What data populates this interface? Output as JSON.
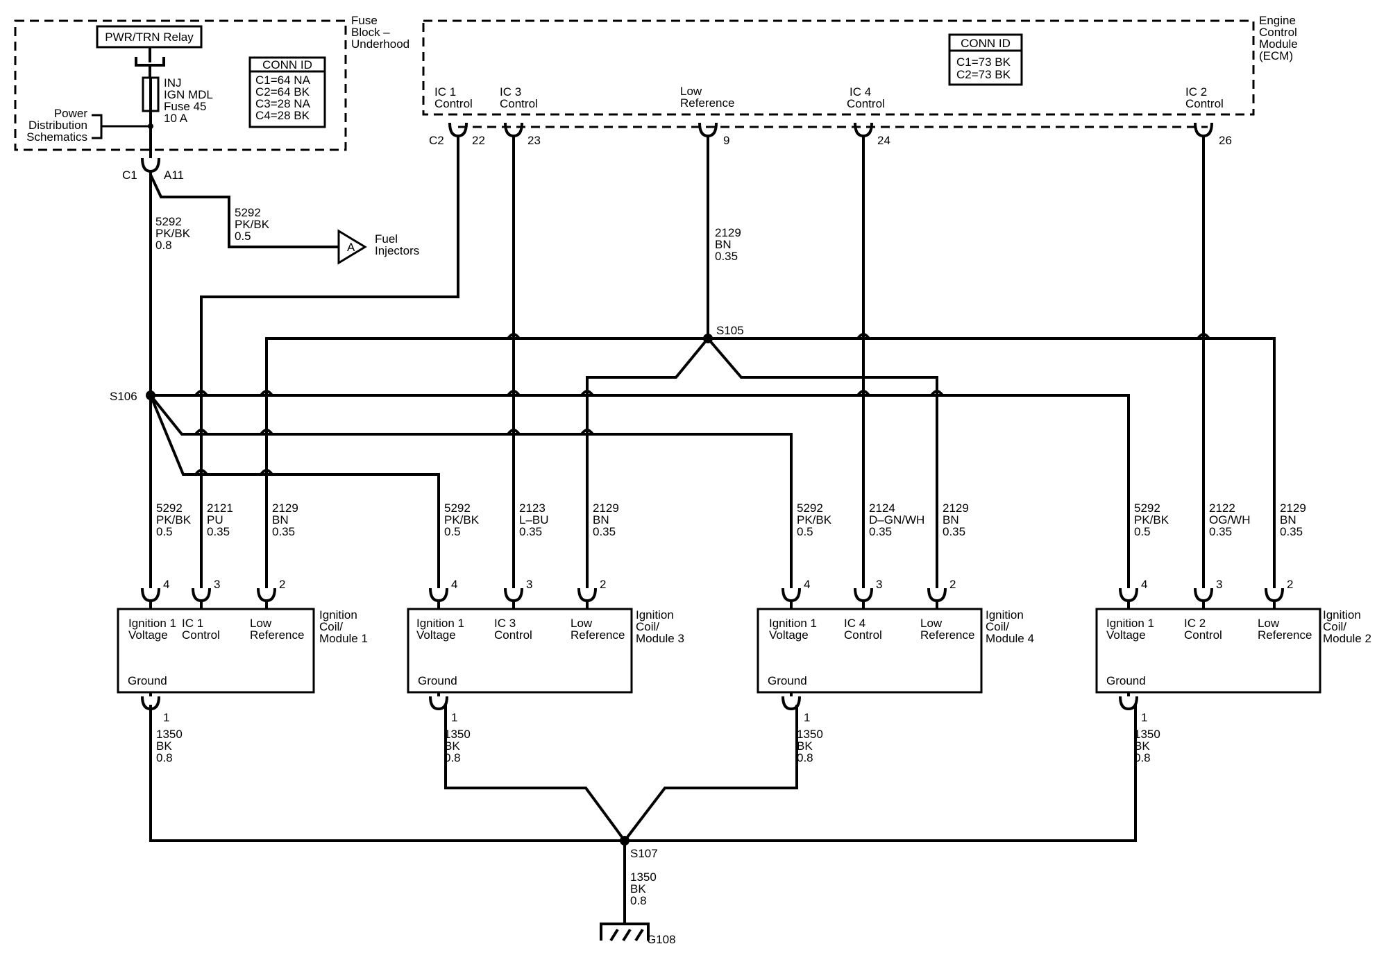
{
  "fuse_block": {
    "title": [
      "Fuse",
      "Block –",
      "Underhood"
    ],
    "relay": "PWR/TRN Relay",
    "fuse": [
      "INJ",
      "IGN MDL",
      "Fuse 45",
      "10 A"
    ],
    "conn_id": {
      "title": "CONN ID",
      "rows": [
        "C1=64 NA",
        "C2=64 BK",
        "C3=28 NA",
        "C4=28 BK"
      ]
    },
    "power_ref": [
      "Power",
      "Distribution",
      "Schematics"
    ],
    "connector": "C1",
    "pin": "A11"
  },
  "ecm": {
    "title": [
      "Engine",
      "Control",
      "Module",
      "(ECM)"
    ],
    "conn_id": {
      "title": "CONN ID",
      "rows": [
        "C1=73 BK",
        "C2=73 BK"
      ]
    },
    "connector": "C2",
    "pins": [
      {
        "label": [
          "IC 1",
          "Control"
        ],
        "pin": "22"
      },
      {
        "label": [
          "IC 3",
          "Control"
        ],
        "pin": "23"
      },
      {
        "label": [
          "Low",
          "Reference"
        ],
        "pin": "9"
      },
      {
        "label": [
          "IC 4",
          "Control"
        ],
        "pin": "24"
      },
      {
        "label": [
          "IC 2",
          "Control"
        ],
        "pin": "26"
      }
    ]
  },
  "fuel_injectors": {
    "marker": "A",
    "label": [
      "Fuel",
      "Injectors"
    ],
    "wire": [
      "5292",
      "PK/BK",
      "0.5"
    ]
  },
  "wires": {
    "feed": [
      "5292",
      "PK/BK",
      "0.8"
    ],
    "low_ref_main": [
      "2129",
      "BN",
      "0.35"
    ],
    "ground_main": [
      "1350",
      "BK",
      "0.8"
    ]
  },
  "splices": {
    "s105": "S105",
    "s106": "S106",
    "s107": "S107"
  },
  "ground": "G108",
  "modules": [
    {
      "title": [
        "Ignition",
        "Coil/",
        "Module 1"
      ],
      "pins": [
        {
          "label": [
            "Ignition 1",
            "Voltage"
          ],
          "pin": "4",
          "wire": [
            "5292",
            "PK/BK",
            "0.5"
          ]
        },
        {
          "label": [
            "IC 1",
            "Control"
          ],
          "pin": "3",
          "wire": [
            "2121",
            "PU",
            "0.35"
          ]
        },
        {
          "label": [
            "Low",
            "Reference"
          ],
          "pin": "2",
          "wire": [
            "2129",
            "BN",
            "0.35"
          ]
        }
      ],
      "ground": {
        "label": "Ground",
        "pin": "1",
        "wire": [
          "1350",
          "BK",
          "0.8"
        ]
      }
    },
    {
      "title": [
        "Ignition",
        "Coil/",
        "Module 3"
      ],
      "pins": [
        {
          "label": [
            "Ignition 1",
            "Voltage"
          ],
          "pin": "4",
          "wire": [
            "5292",
            "PK/BK",
            "0.5"
          ]
        },
        {
          "label": [
            "IC 3",
            "Control"
          ],
          "pin": "3",
          "wire": [
            "2123",
            "L–BU",
            "0.35"
          ]
        },
        {
          "label": [
            "Low",
            "Reference"
          ],
          "pin": "2",
          "wire": [
            "2129",
            "BN",
            "0.35"
          ]
        }
      ],
      "ground": {
        "label": "Ground",
        "pin": "1",
        "wire": [
          "1350",
          "BK",
          "0.8"
        ]
      }
    },
    {
      "title": [
        "Ignition",
        "Coil/",
        "Module 4"
      ],
      "pins": [
        {
          "label": [
            "Ignition 1",
            "Voltage"
          ],
          "pin": "4",
          "wire": [
            "5292",
            "PK/BK",
            "0.5"
          ]
        },
        {
          "label": [
            "IC 4",
            "Control"
          ],
          "pin": "3",
          "wire": [
            "2124",
            "D–GN/WH",
            "0.35"
          ]
        },
        {
          "label": [
            "Low",
            "Reference"
          ],
          "pin": "2",
          "wire": [
            "2129",
            "BN",
            "0.35"
          ]
        }
      ],
      "ground": {
        "label": "Ground",
        "pin": "1",
        "wire": [
          "1350",
          "BK",
          "0.8"
        ]
      }
    },
    {
      "title": [
        "Ignition",
        "Coil/",
        "Module 2"
      ],
      "pins": [
        {
          "label": [
            "Ignition 1",
            "Voltage"
          ],
          "pin": "4",
          "wire": [
            "5292",
            "PK/BK",
            "0.5"
          ]
        },
        {
          "label": [
            "IC 2",
            "Control"
          ],
          "pin": "3",
          "wire": [
            "2122",
            "OG/WH",
            "0.35"
          ]
        },
        {
          "label": [
            "Low",
            "Reference"
          ],
          "pin": "2",
          "wire": [
            "2129",
            "BN",
            "0.35"
          ]
        }
      ],
      "ground": {
        "label": "Ground",
        "pin": "1",
        "wire": [
          "1350",
          "BK",
          "0.8"
        ]
      }
    }
  ]
}
